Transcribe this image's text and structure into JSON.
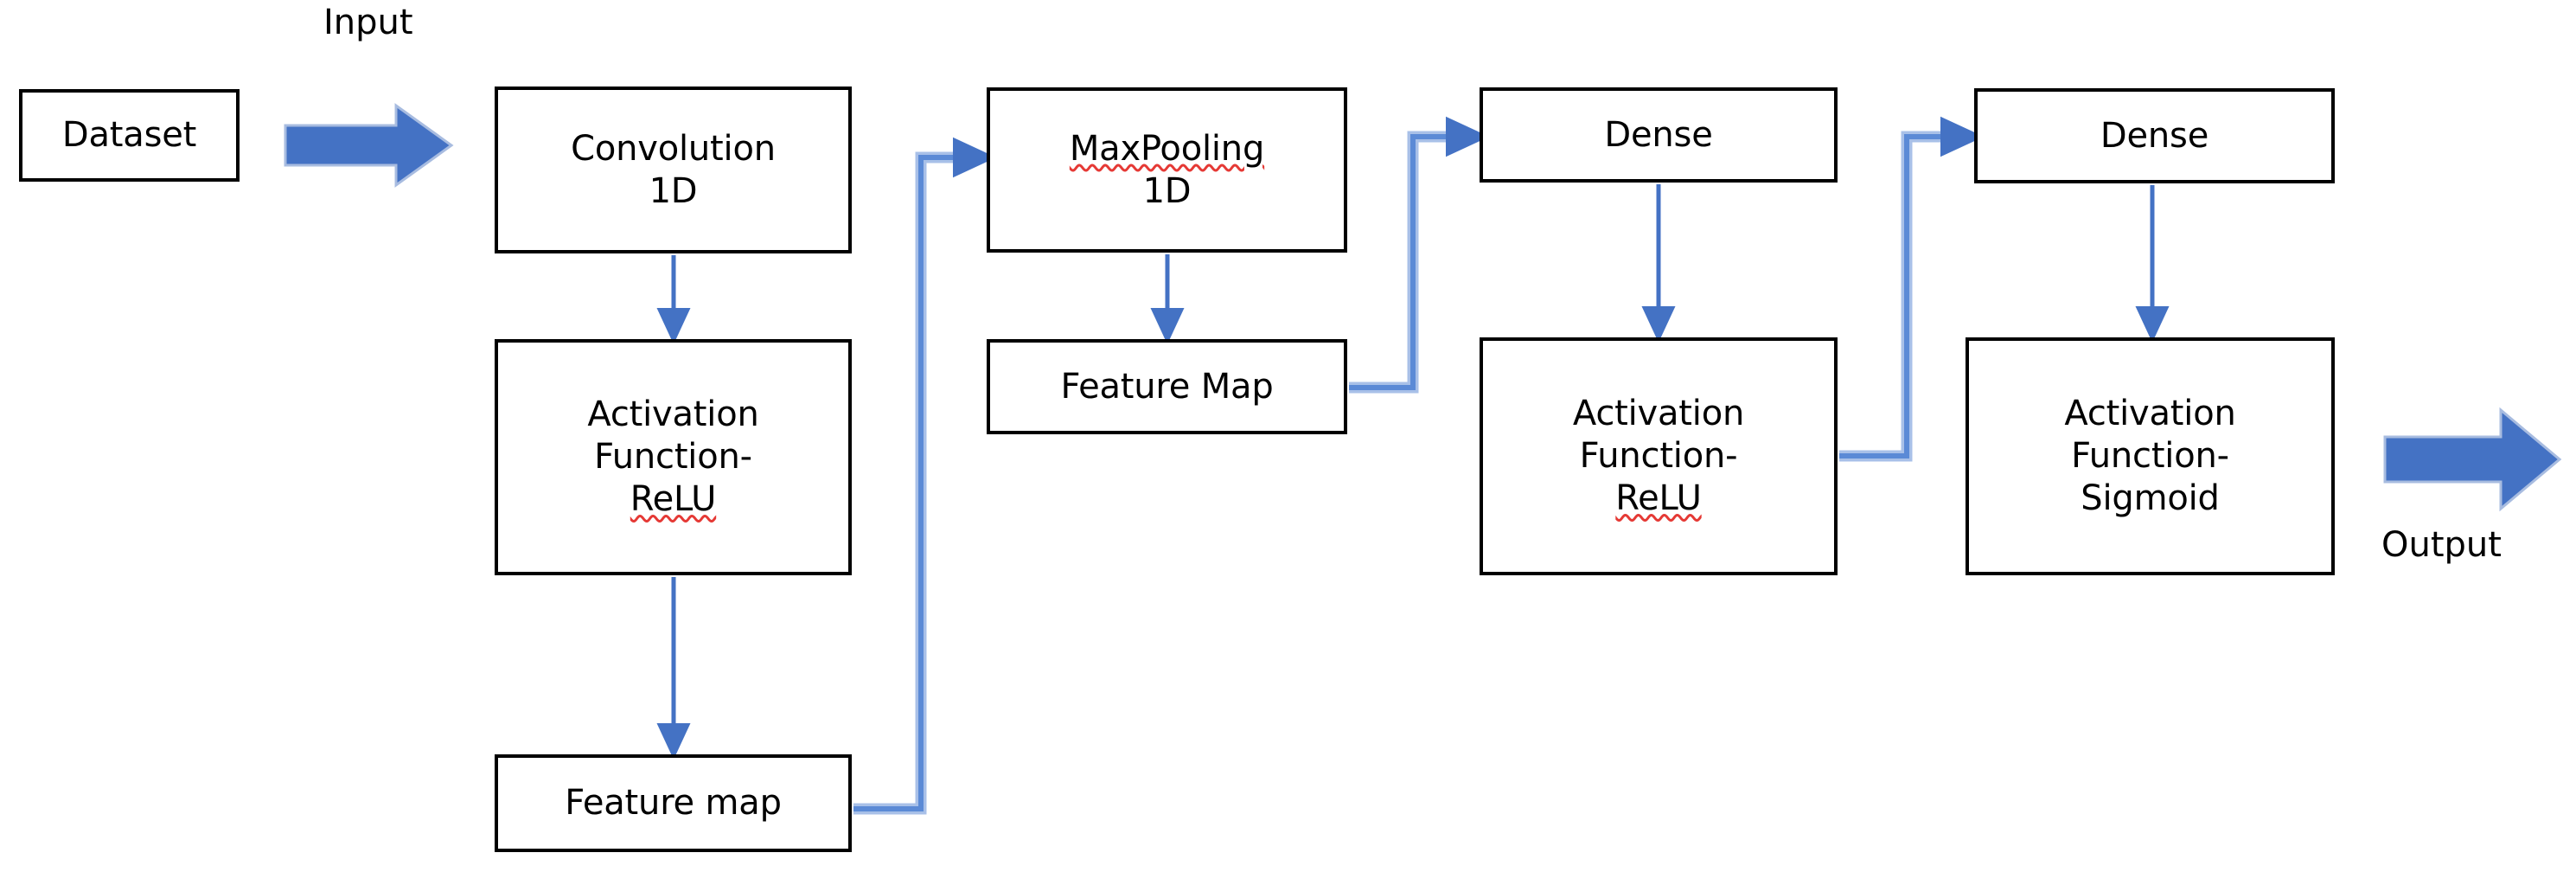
{
  "diagram": {
    "title": "1D CNN architecture flowchart",
    "background_color": "#FFFFFF",
    "block_arrow_color": "#4472C4",
    "connector_color": "#5B8AD6",
    "connector_light_color": "#A8C0E8",
    "node_border_color": "#000000",
    "spellcheck_underline_color": "#E53935"
  },
  "labels": {
    "input": "Input",
    "output": "Output"
  },
  "nodes": [
    {
      "id": "dataset",
      "lines": [
        "Dataset"
      ],
      "misspelled": []
    },
    {
      "id": "conv1d",
      "lines": [
        "Convolution",
        "1D"
      ],
      "misspelled": []
    },
    {
      "id": "relu1",
      "lines": [
        "Activation",
        "Function-",
        "ReLU"
      ],
      "misspelled": [
        "ReLU"
      ]
    },
    {
      "id": "featuremap1",
      "lines": [
        "Feature map"
      ],
      "misspelled": []
    },
    {
      "id": "maxpool1d",
      "lines": [
        "MaxPooling",
        "1D"
      ],
      "misspelled": [
        "MaxPooling"
      ]
    },
    {
      "id": "featuremap2",
      "lines": [
        "Feature Map"
      ],
      "misspelled": []
    },
    {
      "id": "dense1",
      "lines": [
        "Dense"
      ],
      "misspelled": []
    },
    {
      "id": "relu2",
      "lines": [
        "Activation",
        "Function-",
        "ReLU"
      ],
      "misspelled": [
        "ReLU"
      ]
    },
    {
      "id": "dense2",
      "lines": [
        "Dense"
      ],
      "misspelled": []
    },
    {
      "id": "sigmoid",
      "lines": [
        "Activation",
        "Function-",
        "Sigmoid"
      ],
      "misspelled": []
    }
  ],
  "flow": [
    {
      "from": "dataset",
      "to": "conv1d",
      "label": "Input",
      "style": "block-arrow"
    },
    {
      "from": "conv1d",
      "to": "relu1",
      "label": "",
      "style": "straight-down"
    },
    {
      "from": "relu1",
      "to": "featuremap1",
      "label": "",
      "style": "straight-down"
    },
    {
      "from": "featuremap1",
      "to": "maxpool1d",
      "label": "",
      "style": "elbow-right-up"
    },
    {
      "from": "maxpool1d",
      "to": "featuremap2",
      "label": "",
      "style": "straight-down"
    },
    {
      "from": "featuremap2",
      "to": "dense1",
      "label": "",
      "style": "elbow-right-up"
    },
    {
      "from": "dense1",
      "to": "relu2",
      "label": "",
      "style": "straight-down"
    },
    {
      "from": "relu2",
      "to": "dense2",
      "label": "",
      "style": "elbow-right-up"
    },
    {
      "from": "dense2",
      "to": "sigmoid",
      "label": "",
      "style": "straight-down"
    },
    {
      "from": "sigmoid",
      "to": "output",
      "label": "Output",
      "style": "block-arrow"
    }
  ]
}
